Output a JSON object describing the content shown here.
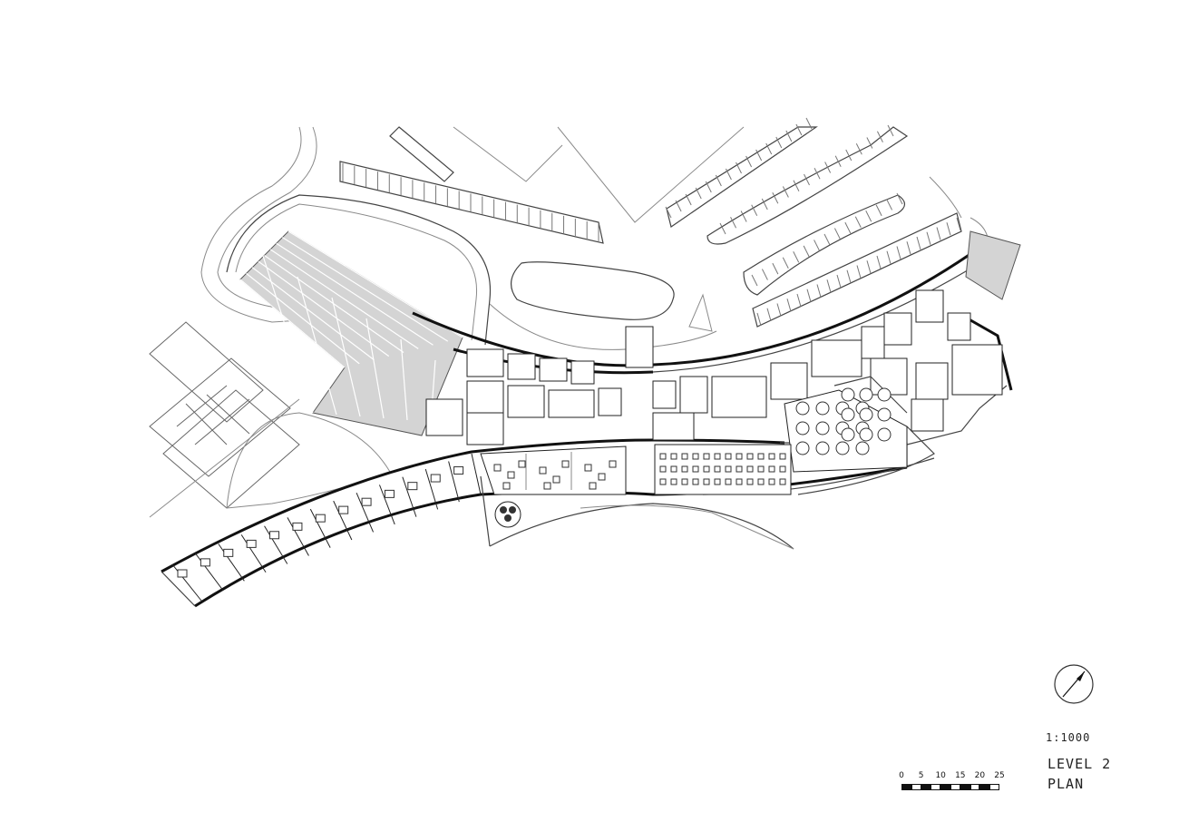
{
  "drawing": {
    "scale_ratio": "1:1000",
    "title_line1": "LEVEL 2",
    "title_line2": "PLAN"
  },
  "scalebar": {
    "unit_ticks": [
      "0",
      "5",
      "10",
      "15",
      "20",
      "25"
    ]
  },
  "icons": {
    "north_arrow": "north-arrow-icon"
  },
  "colors": {
    "line": "#111111",
    "hatch": "#d4d4d4",
    "background": "#ffffff"
  }
}
